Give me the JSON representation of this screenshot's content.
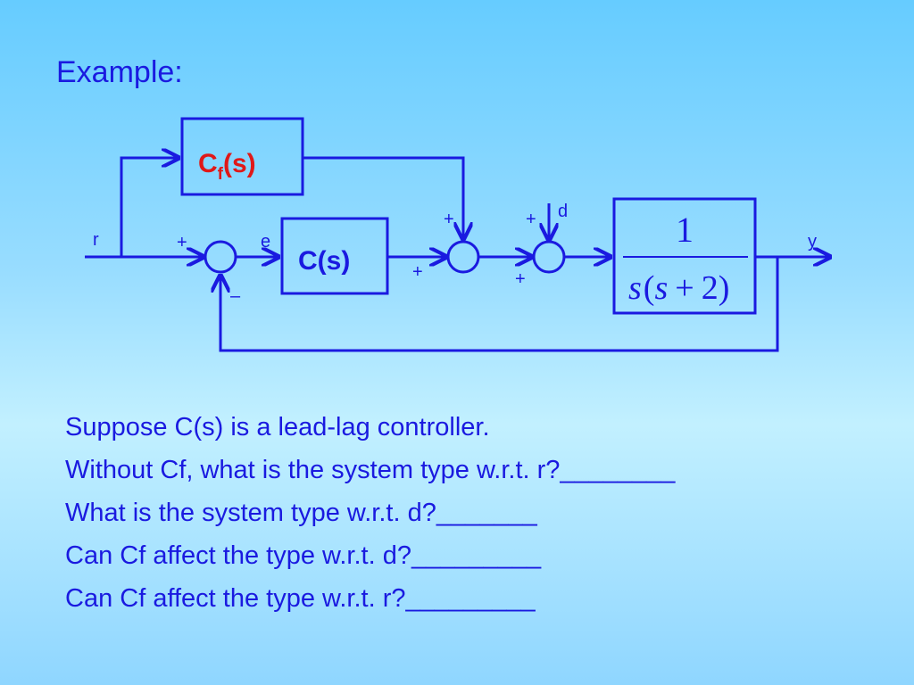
{
  "title": "Example:",
  "diagram": {
    "cf_block": {
      "main": "C",
      "sub": "f",
      "tail": "(s)"
    },
    "c_block": "C(s)",
    "plant": {
      "numerator": "1",
      "denominator": [
        "s",
        "(",
        "s",
        "+",
        "2",
        ")"
      ]
    },
    "signals": {
      "r": "r",
      "e": "e",
      "d": "d",
      "y": "y"
    },
    "signs": {
      "plus": "+",
      "minus": "–"
    }
  },
  "questions": [
    "Suppose C(s) is a lead-lag controller.",
    "Without Cf, what is the system type w.r.t. r?________",
    "What is the system type w.r.t. d?_______",
    "Can Cf affect the type w.r.t. d?_________",
    "Can Cf affect the type w.r.t. r?_________"
  ],
  "colors": {
    "line": "#1a1ae0",
    "accent": "#e01818"
  }
}
